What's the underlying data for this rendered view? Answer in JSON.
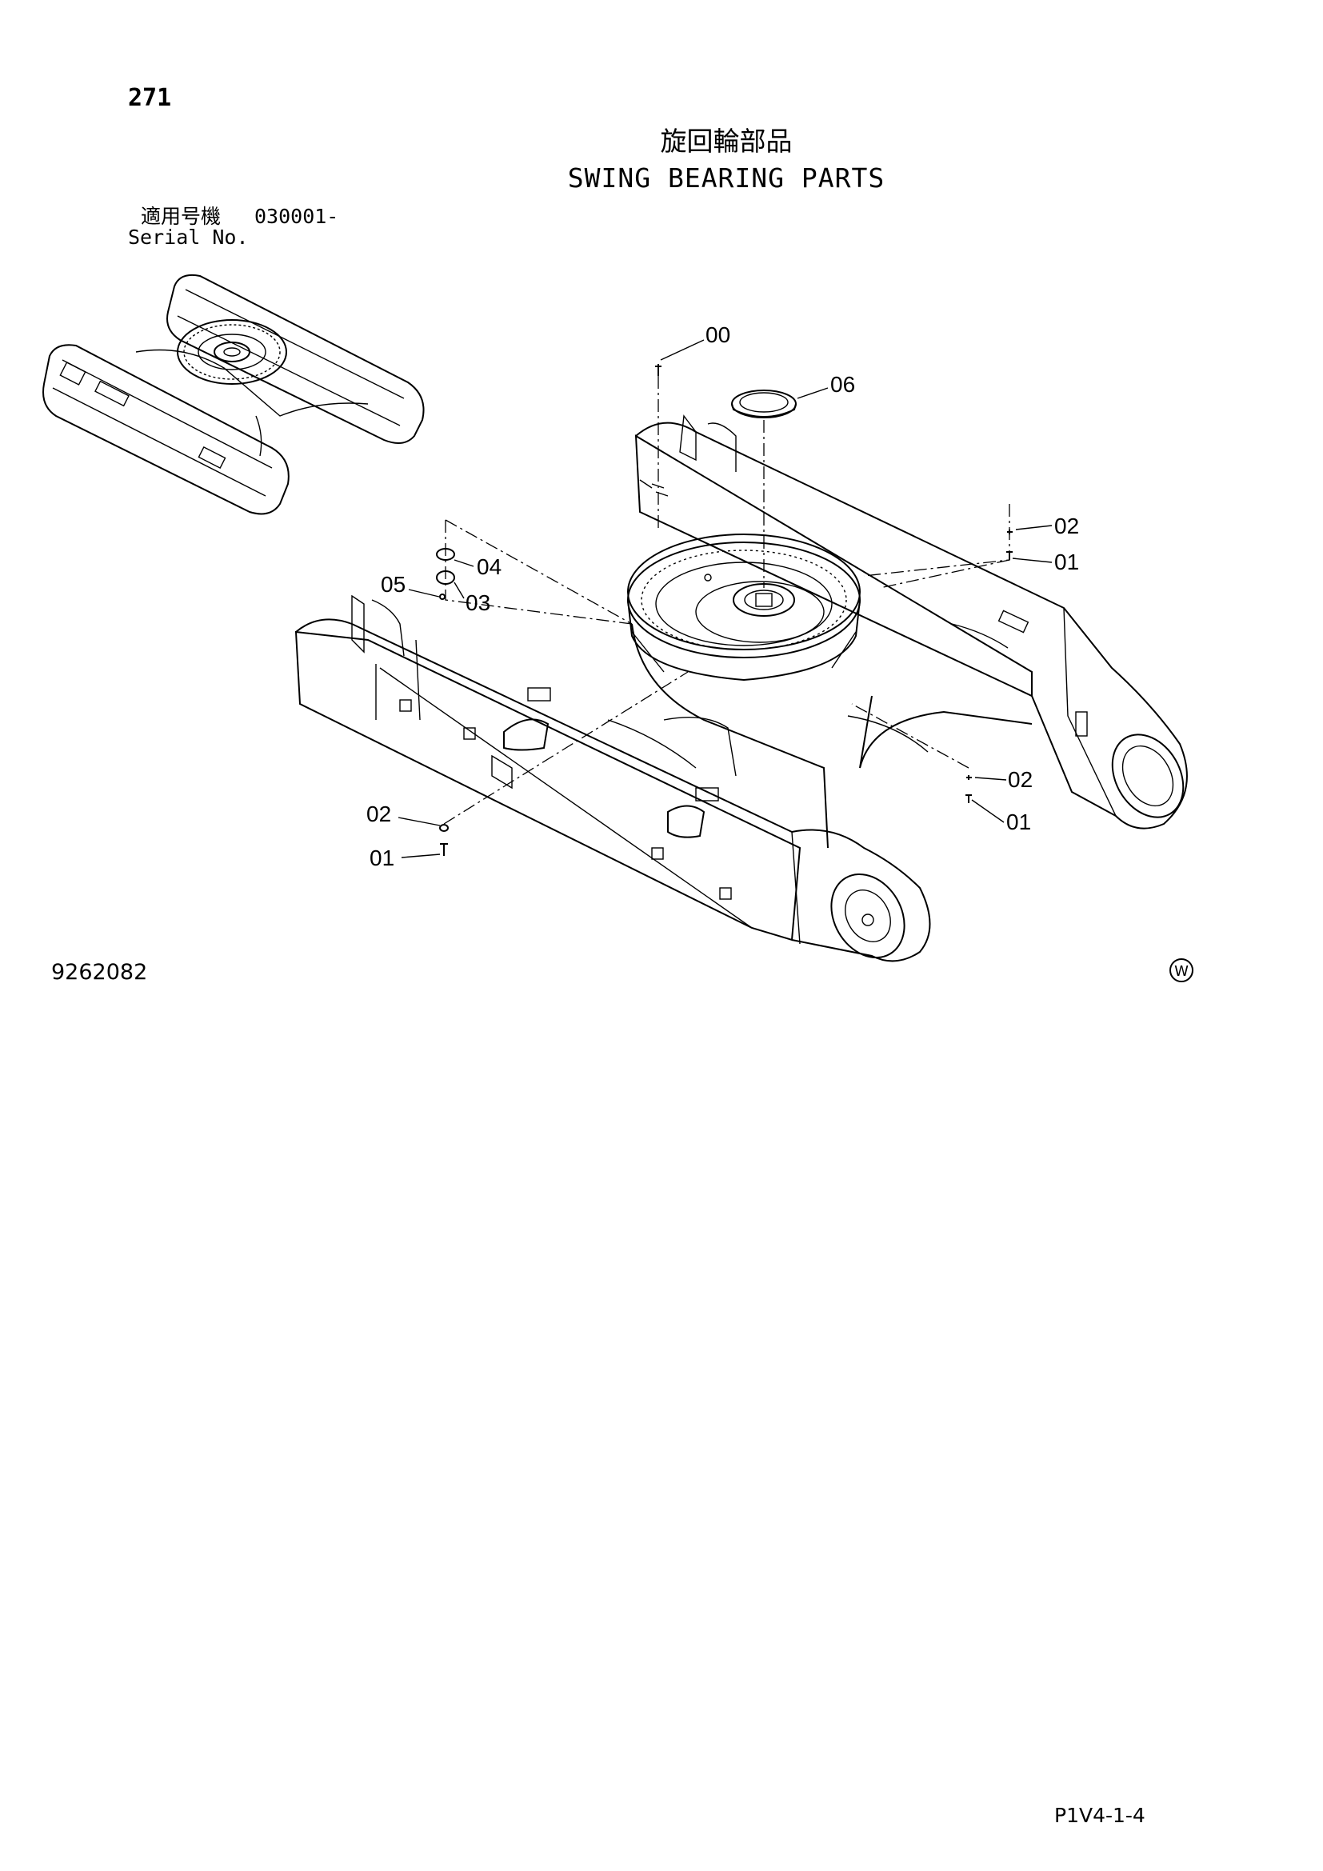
{
  "page": {
    "number": "271",
    "title_jp": "旋回輪部品",
    "title_en": "SWING BEARING PARTS",
    "serial_label_jp": "適用号機",
    "serial_range": "030001-",
    "serial_label_en": "Serial No.",
    "drawing_number": "9262082",
    "watermark_symbol": "W",
    "page_code": "P1V4-1-4"
  },
  "callouts": {
    "c00": "00",
    "c06": "06",
    "c02_right_upper": "02",
    "c01_right_upper": "01",
    "c04": "04",
    "c05": "05",
    "c03": "03",
    "c02_right_lower": "02",
    "c01_right_lower": "01",
    "c02_left": "02",
    "c01_left": "01"
  }
}
